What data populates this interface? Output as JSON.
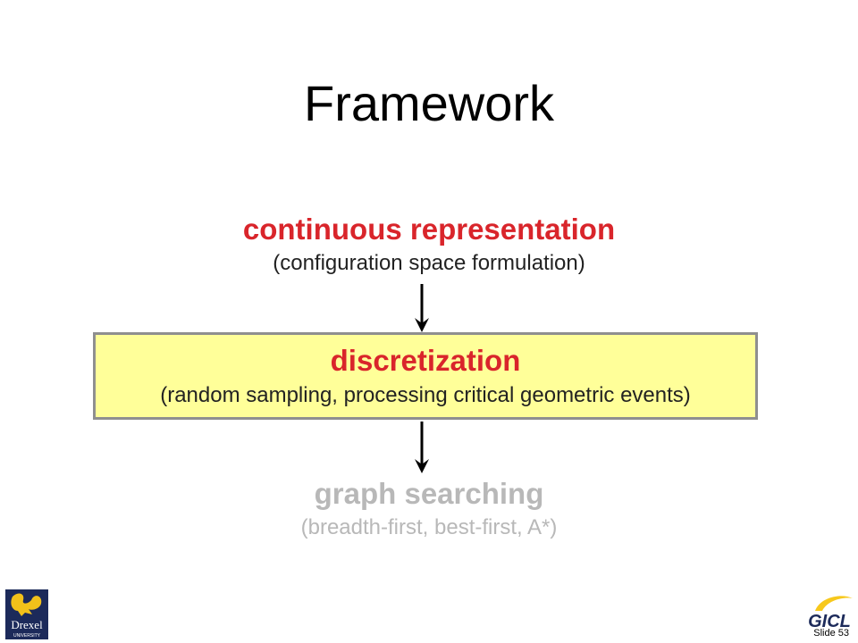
{
  "slide": {
    "title": "Framework",
    "number_label": "Slide 53"
  },
  "diagram": {
    "stages": [
      {
        "title": "continuous representation",
        "subtitle": "(configuration space formulation)",
        "state": "previous"
      },
      {
        "title": "discretization",
        "subtitle": "(random sampling, processing critical geometric events)",
        "state": "highlighted"
      },
      {
        "title": "graph searching",
        "subtitle": "(breadth-first, best-first, A*)",
        "state": "upcoming"
      }
    ]
  },
  "logos": {
    "drexel_lines": [
      "Drexel",
      "UNIVERSITY"
    ],
    "gicl": "GICL"
  },
  "colors": {
    "stage_title": "#d9252b",
    "highlight_fill": "#ffff99",
    "highlight_border": "#8f8f8f",
    "upcoming_text": "#b8b8b8",
    "drexel_navy": "#1c2a5a",
    "drexel_gold": "#f2c11a",
    "gicl_yellow": "#f7c81c"
  }
}
